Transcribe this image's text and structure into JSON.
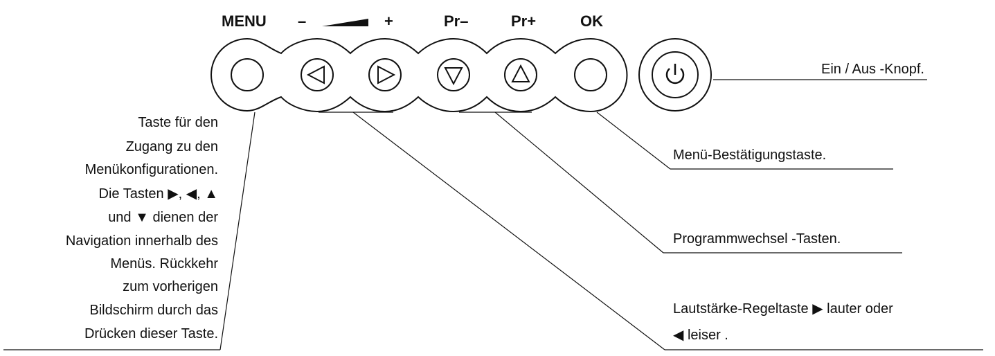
{
  "top_labels": {
    "menu": "MENU",
    "vol_minus": "–",
    "vol_plus": "+",
    "pr_minus": "Pr–",
    "pr_plus": "Pr+",
    "ok": "OK"
  },
  "buttons": [
    {
      "id": "menu",
      "icon": "blank"
    },
    {
      "id": "vol-down",
      "icon": "triangle-left-icon"
    },
    {
      "id": "vol-up",
      "icon": "triangle-right-icon"
    },
    {
      "id": "prog-down",
      "icon": "triangle-down-icon"
    },
    {
      "id": "prog-up",
      "icon": "triangle-up-icon"
    },
    {
      "id": "ok",
      "icon": "blank"
    }
  ],
  "callouts": {
    "power": "Ein / Aus -Knopf.",
    "ok_confirm": "Menü-Bestätigungstaste.",
    "program": "Programmwechsel -Tasten.",
    "volume_line1": "Lautstärke-Regeltaste ▶ lauter oder",
    "volume_line2": "◀ leiser .",
    "menu_lines": [
      "Taste für den",
      "Zugang zu den",
      "Menükonfigurationen.",
      "Die Tasten ▶, ◀, ▲",
      "und ▼ dienen der",
      "Navigation innerhalb des",
      "Menüs. Rückkehr",
      "zum vorherigen",
      "Bildschirm durch das",
      "Drücken dieser Taste."
    ]
  }
}
